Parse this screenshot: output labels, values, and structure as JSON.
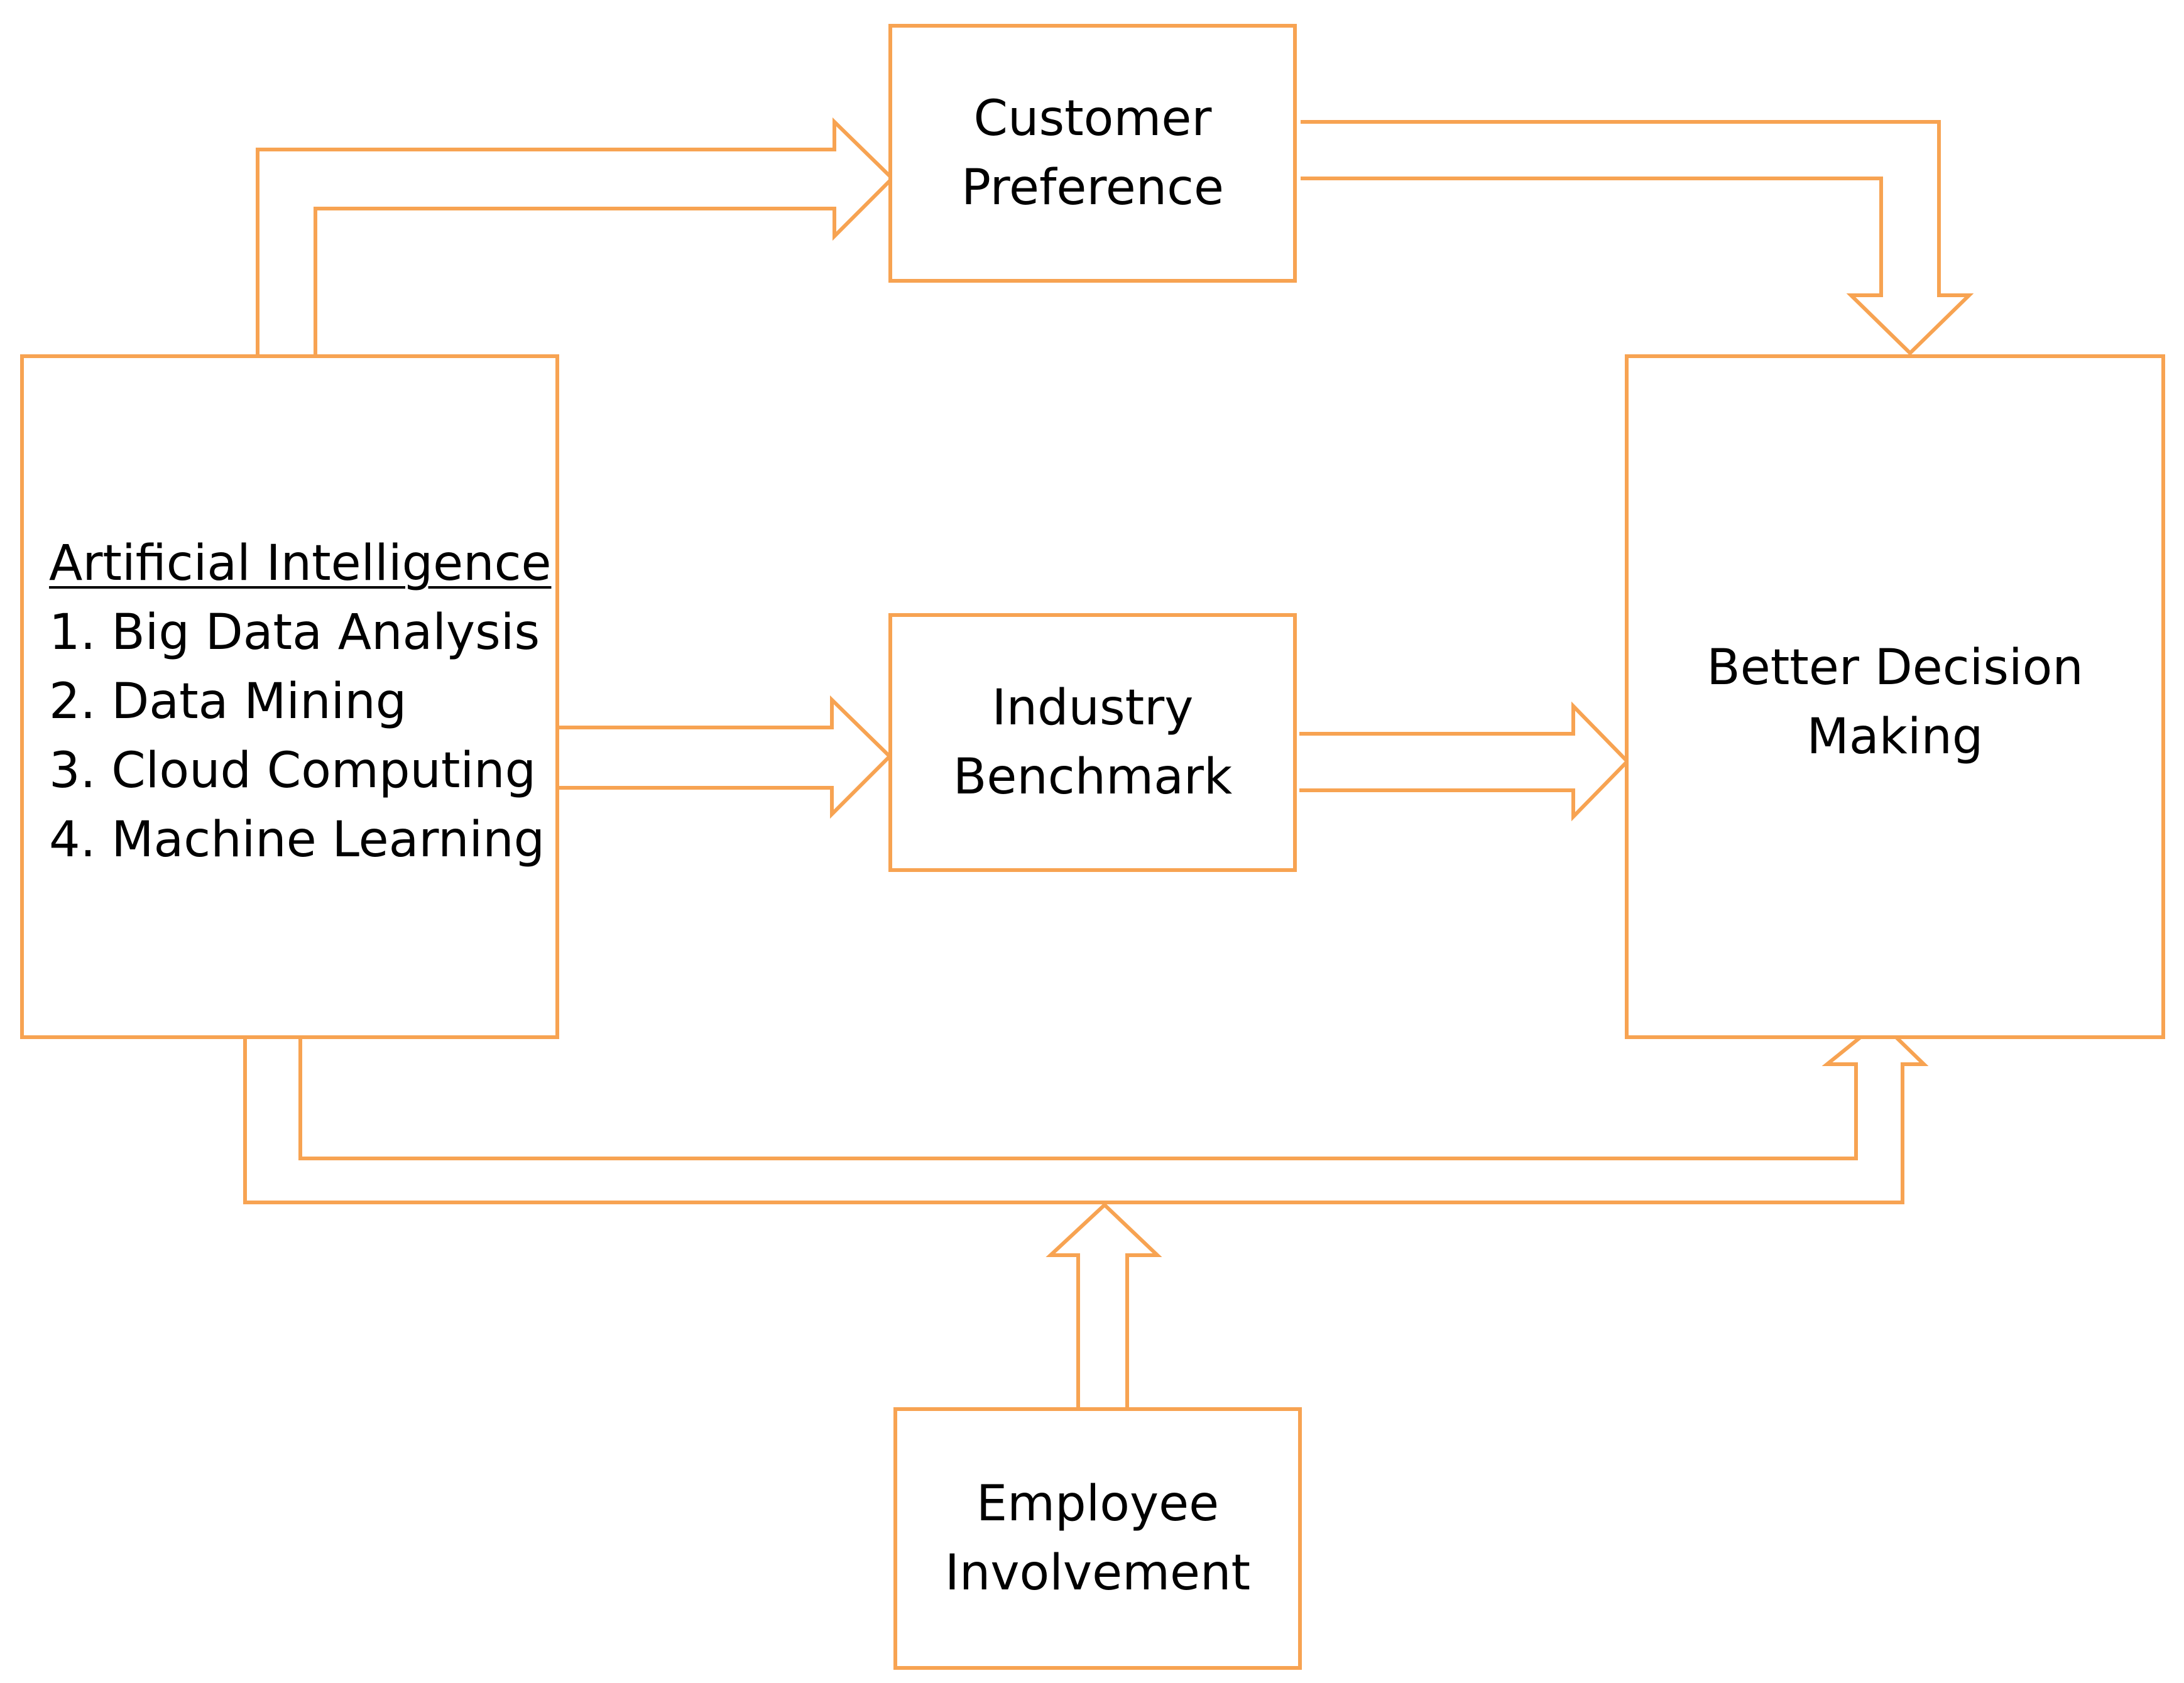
{
  "colors": {
    "stroke": "#f7a352",
    "text": "#000000",
    "background": "#ffffff"
  },
  "boxes": {
    "ai": {
      "title": "Artificial Intelligence",
      "items": [
        "1. Big Data Analysis",
        "2. Data Mining",
        "3. Cloud Computing",
        "4. Machine Learning"
      ]
    },
    "customer": {
      "lines": [
        "Customer",
        "Preference"
      ]
    },
    "industry": {
      "lines": [
        "Industry",
        "Benchmark"
      ]
    },
    "decision": {
      "lines": [
        "Better Decision",
        "Making"
      ]
    },
    "employee": {
      "lines": [
        "Employee",
        "Involvement"
      ]
    }
  },
  "edges": [
    {
      "from": "Artificial Intelligence",
      "to": "Customer Preference"
    },
    {
      "from": "Artificial Intelligence",
      "to": "Industry Benchmark"
    },
    {
      "from": "Artificial Intelligence",
      "to": "Better Decision Making"
    },
    {
      "from": "Customer Preference",
      "to": "Better Decision Making"
    },
    {
      "from": "Industry Benchmark",
      "to": "Better Decision Making"
    },
    {
      "from": "Employee Involvement",
      "to": "Better Decision Making"
    }
  ]
}
